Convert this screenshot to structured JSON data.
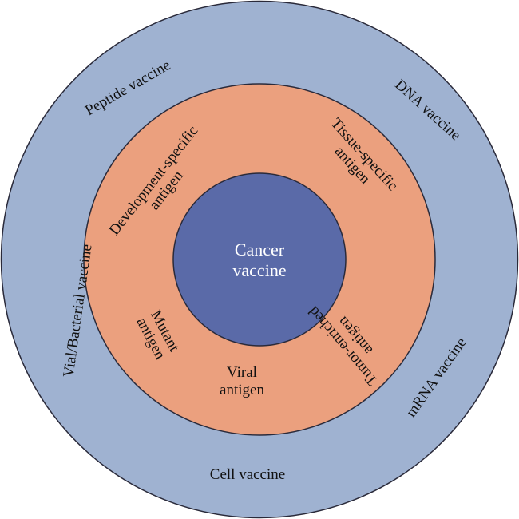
{
  "diagram": {
    "title": "Cancer vaccine",
    "colors": {
      "outer_ring": "#9fb2d1",
      "middle_ring": "#eba07e",
      "core": "#5a6aa8",
      "stroke": "#2a2a3a"
    },
    "core": {
      "line1": "Cancer",
      "line2": "vaccine"
    },
    "antigen_types": [
      {
        "id": "development",
        "line1": "Development-specific",
        "line2": "antigen"
      },
      {
        "id": "tissue",
        "line1": "Tissue-specific",
        "line2": "antigen"
      },
      {
        "id": "tumor",
        "line1": "Tumor-enriched",
        "line2": "antigen"
      },
      {
        "id": "viral",
        "line1": "Viral",
        "line2": "antigen"
      },
      {
        "id": "mutant",
        "line1": "Mutant",
        "line2": "antigen"
      }
    ],
    "vaccine_types": [
      {
        "id": "peptide",
        "label": "Peptide vaccine"
      },
      {
        "id": "dna",
        "label": "DNA vaccine"
      },
      {
        "id": "mrna",
        "label": "mRNA vaccine"
      },
      {
        "id": "cell",
        "label": "Cell vaccine"
      },
      {
        "id": "vial-bacterial",
        "label": "Vial/Bacterial vaccine"
      }
    ]
  }
}
